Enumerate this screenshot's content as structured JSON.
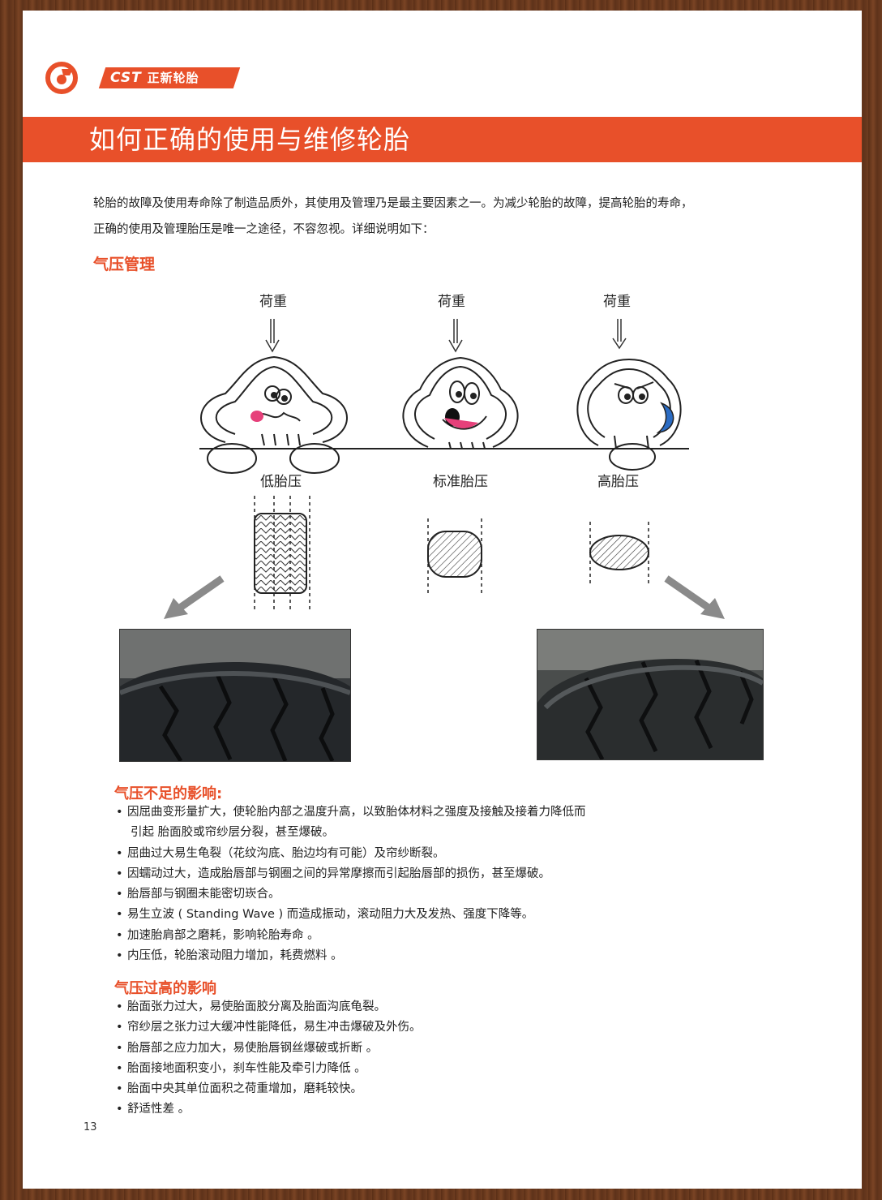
{
  "brand": {
    "logo_text": "CST",
    "brand_name": "正新轮胎"
  },
  "banner": {
    "title": "如何正确的使用与维修轮胎"
  },
  "intro": {
    "line1": "轮胎的故障及使用寿命除了制造品质外，其使用及管理乃是最主要因素之一。为减少轮胎的故障，提高轮胎的寿命，",
    "line2": "正确的使用及管理胎压是唯一之途径，不容忽视。详细说明如下："
  },
  "section": {
    "title": "气压管理"
  },
  "diagram": {
    "load_label": "荷重",
    "tires": [
      {
        "label": "低胎压"
      },
      {
        "label": "标准胎压"
      },
      {
        "label": "高胎压"
      }
    ]
  },
  "low_pressure": {
    "title": "气压不足的影响:",
    "items": [
      "因屈曲变形量扩大，使轮胎内部之温度升高，以致胎体材料之强度及接触及接着力降低而",
      "引起 胎面胶或帘纱层分裂，甚至爆破。",
      "屈曲过大易生龟裂（花纹沟底、胎边均有可能）及帘纱断裂。",
      "因蠕动过大，造成胎唇部与钢圈之间的异常摩擦而引起胎唇部的损伤，甚至爆破。",
      "胎唇部与钢圈未能密切崁合。",
      "易生立波 ( Standing Wave ) 而造成振动，滚动阻力大及发热、强度下降等。",
      "加速胎肩部之磨耗，影响轮胎寿命 。",
      "内压低，轮胎滚动阻力增加，耗费燃料 。"
    ]
  },
  "high_pressure": {
    "title": "气压过高的影响",
    "items": [
      "胎面张力过大，易使胎面胶分离及胎面沟底龟裂。",
      "帘纱层之张力过大缓冲性能降低，易生冲击爆破及外伤。",
      "胎唇部之应力加大，易使胎唇钢丝爆破或折断 。",
      "胎面接地面积变小，刹车性能及牵引力降低 。",
      "胎面中央其单位面积之荷重增加，磨耗较快。",
      "舒适性差 。"
    ]
  },
  "footer": {
    "page_number": "13"
  }
}
